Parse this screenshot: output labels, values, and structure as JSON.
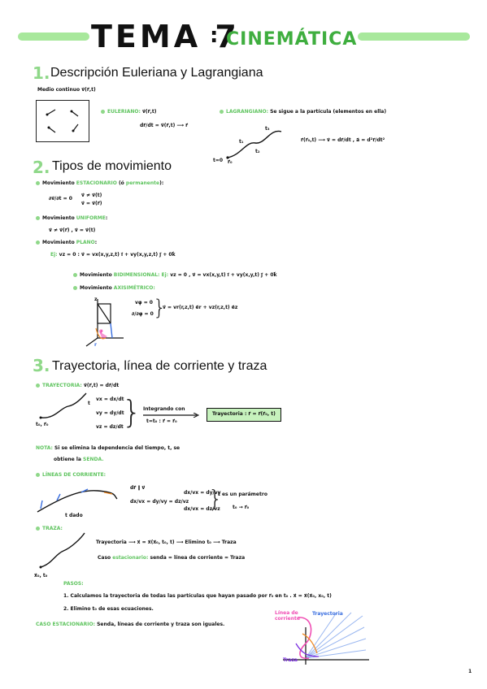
{
  "header": {
    "title": "TEMA 7",
    "colon": ":",
    "subtitle": "CINEMÁTICA"
  },
  "s1": {
    "num": "1.",
    "title": "Descripción Euleriana y Lagrangiana",
    "medio": "Medio continuo   v⃗(r⃗,t)",
    "euleriano_label": "EULERIANO:",
    "euleriano_field": "v⃗(r⃗,t)",
    "euleriano_eq": "dr⃗/dt = v⃗(r⃗,t) ⟶ r⃗",
    "lagrangiano_label": "LAGRANGIANO:",
    "lagrangiano_text": "Se sigue a la partícula (elementos en ella)",
    "lag_eq": "r⃗(r⃗₀,t) ⟶ v⃗ = dr⃗/dt , a⃗ = d²r⃗/dt²",
    "t0_label": "t=0",
    "r0_label": "r⃗₀",
    "t1_label": "t₁",
    "t2_label": "t₂",
    "t3_label": "t₃"
  },
  "s2": {
    "num": "2.",
    "title": "Tipos de movimiento",
    "estacionario_pre": "Movimiento",
    "estacionario_kw": "ESTACIONARIO",
    "estacionario_mid": "(ó",
    "estacionario_kw2": "permanente",
    "estacionario_eq_l": "∂v⃗/∂t = 0",
    "estacionario_eq_r1": "v⃗ ≠ v⃗(t)",
    "estacionario_eq_r2": "v⃗ = v⃗(r⃗)",
    "uniforme_pre": "Movimiento",
    "uniforme_kw": "UNIFORME",
    "uniforme_eq": "v⃗ ≠ v⃗(r⃗) , v⃗ = v⃗(t)",
    "plano_pre": "Movimiento",
    "plano_kw": "PLANO",
    "plano_eq_pre": "Ej:",
    "plano_eq": "vz = 0 :  v⃗ = vx(x,y,z,t) i⃗ + vy(x,y,z,t) j⃗ + 0k⃗",
    "bidi_pre": "Movimiento",
    "bidi_kw": "BIDIMENSIONAL:",
    "bidi_ej": "Ej:",
    "bidi_eq": "vz = 0 , v⃗ = vx(x,y,t) i⃗ + vy(x,y,t) j⃗ + 0k⃗",
    "axi_pre": "Movimiento",
    "axi_kw": "AXISIMÉTRICO:",
    "axi_eq1": "vφ = 0",
    "axi_eq2": "∂/∂φ = 0",
    "axi_eq_r": "v⃗ = vr(r,z,t) e⃗r + vz(r,z,t) e⃗z",
    "z_label": "z",
    "phi_label": "φ",
    "r_label": "r"
  },
  "s3": {
    "num": "3.",
    "title": "Trayectoria, línea de corriente y traza",
    "tray_label": "TRAYECTORIA:",
    "tray_eq": "v⃗(r⃗,t) = dr⃗/dt",
    "vx": "vx = dx/dt",
    "vy": "vy = dy/dt",
    "vz": "vz = dz/dt",
    "integrando": "Integrando con",
    "tcond": "t=t₀ : r⃗ = r⃗₀",
    "tray_box": "Trayectoria : r⃗ = r⃗(r⃗₀, t)",
    "t0r0": "t₀, r⃗₀",
    "t_lbl": "t",
    "nota_label": "NOTA:",
    "nota_text": "Si se elimina la dependencia del tiempo, t, se",
    "nota_text2": "obtiene la",
    "nota_kw": "SENDA.",
    "lineas_label": "LÍNEAS DE CORRIENTE:",
    "tdado": "t dado",
    "dr_par": "dr⃗ ∥ v⃗",
    "lc_eq": "dx/vx = dy/vy = dz/vz",
    "lc_eq2a": "dx/vx = dy/vy",
    "lc_eq2b": "dx/vx = dz/vz",
    "param": "t es un parámetro",
    "param2": "t₀ → r⃗₀",
    "traza_label": "TRAZA:",
    "x0t0": "x⃗₀, t₀",
    "traza_eq": "Trayectoria ⟶ x⃗ = x⃗(x⃗₀, t₀, t) ⟶ Elimino t₀ ⟶ Traza",
    "caso_pre": "Caso",
    "caso_kw": "estacionario:",
    "caso_eq": "senda = línea de corriente = Traza",
    "pasos": "PASOS:",
    "paso1": "1. Calculamos la trayectoria de todas las partículas que hayan pasado por r⃗₀ en t₀ . x⃗ = x⃗(x⃗₀, x₀, t)",
    "paso2": "2. Elimino t₀ de esas ecuaciones.",
    "caso_est_label": "CASO ESTACIONARIO:",
    "caso_est": "Senda, líneas de corriente y traza son iguales.",
    "fig_lc": "Línea de corriente",
    "fig_tray": "Trayectoria",
    "fig_traza": "Traza"
  },
  "footer": {
    "page": "1"
  },
  "colors": {
    "green": "#8fd889",
    "dark_green": "#3fae3f",
    "pink": "#f04fb4",
    "blue": "#3a6fe0",
    "orange": "#f08a24"
  }
}
